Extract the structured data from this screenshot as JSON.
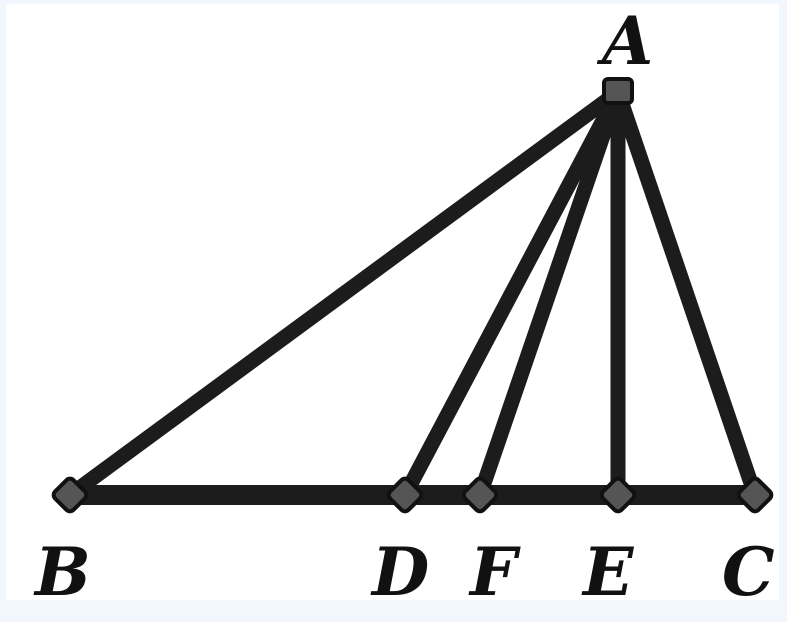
{
  "diagram": {
    "labels": {
      "A": "A",
      "B": "B",
      "C": "C",
      "D": "D",
      "E": "E",
      "F": "F"
    },
    "segments": [
      "AB",
      "AC",
      "AD",
      "AF",
      "AE",
      "BC"
    ],
    "colors": {
      "line": "#1c1c1c",
      "point_fill": "#555555",
      "point_stroke": "#111111",
      "background": "#ffffff",
      "frame": "#f2f6fd"
    }
  }
}
